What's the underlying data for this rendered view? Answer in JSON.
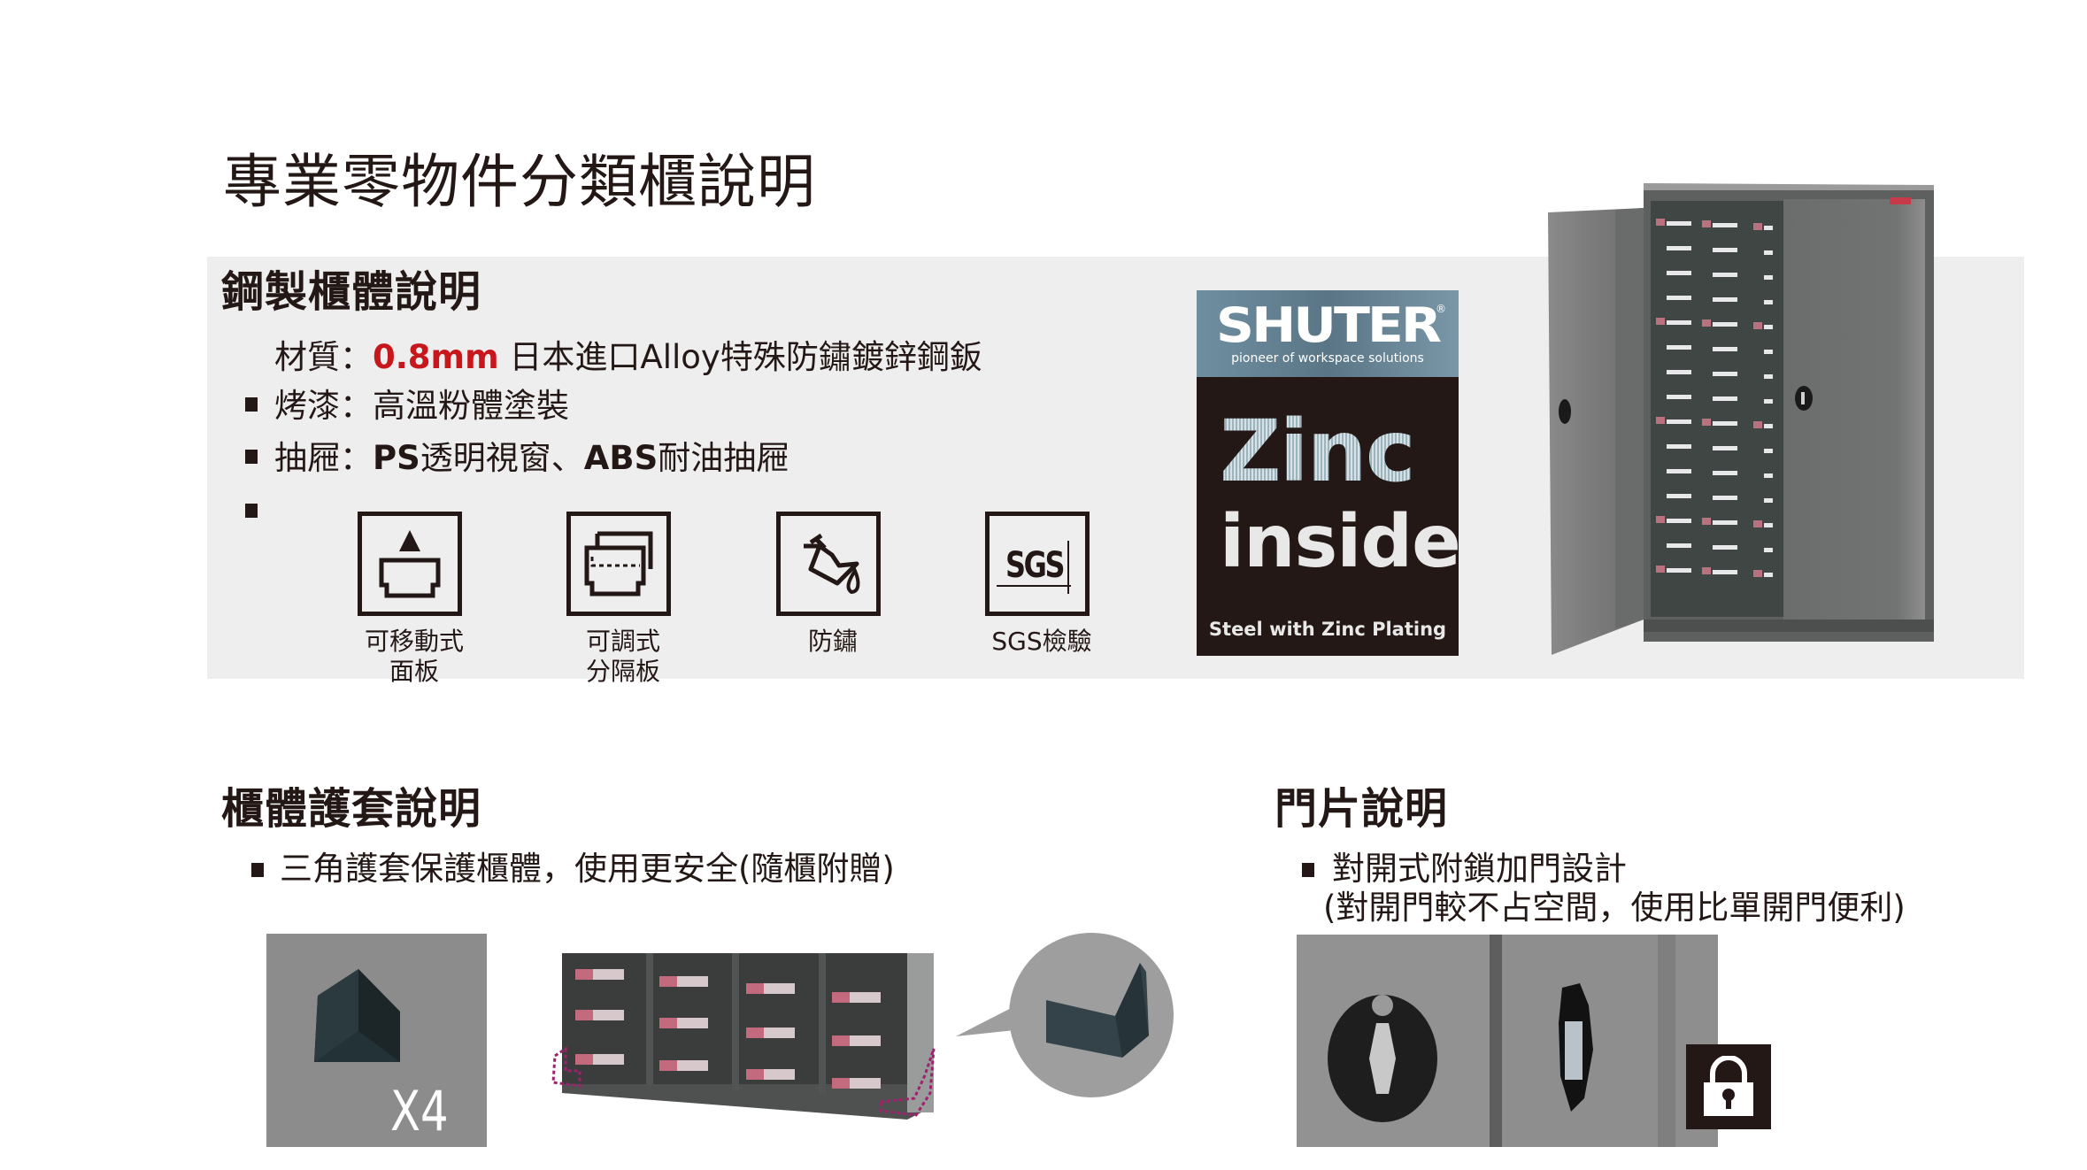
{
  "page": {
    "title": "專業零物件分類櫃說明"
  },
  "steel_section": {
    "heading": "鋼製櫃體說明",
    "material": {
      "label": "材質：",
      "highlight": "0.8mm",
      "text": " 日本進口Alloy特殊防鏽鍍鋅鋼鈑"
    },
    "paint": {
      "label": "烤漆：",
      "text": "高溫粉體塗裝"
    },
    "drawer": {
      "label": "抽屜：",
      "bold1": "PS",
      "text1": "透明視窗、",
      "bold2": "ABS",
      "text2": "耐油抽屜"
    },
    "features": [
      {
        "icon": "movable-panel-icon",
        "label_line1": "可移動式",
        "label_line2": "面板"
      },
      {
        "icon": "adjustable-divider-icon",
        "label_line1": "可調式",
        "label_line2": "分隔板"
      },
      {
        "icon": "rustproof-icon",
        "label_line1": "防鏽",
        "label_line2": ""
      },
      {
        "icon": "sgs-icon",
        "label_line1": "SGS檢驗",
        "label_line2": "",
        "glyph": "SGS"
      }
    ]
  },
  "zinc_logo": {
    "brand": "SHUTER",
    "registered": "®",
    "tagline": "pioneer of workspace solutions",
    "line1": "Zinc",
    "line2": "inside",
    "footer": "Steel with Zinc Plating"
  },
  "protector_section": {
    "heading": "櫃體護套說明",
    "bullet": "三角護套保護櫃體，使用更安全(隨櫃附贈)",
    "quantity_label": "X4"
  },
  "door_section": {
    "heading": "門片說明",
    "bullet_line1": "對開式附鎖加門設計",
    "bullet_line2": "(對開門較不占空間，使用比單開門便利)"
  },
  "colors": {
    "text": "#231815",
    "accent_red": "#c8161d",
    "band_gray": "#eeeeee",
    "logo_blue": "#6f8fa1",
    "dashed_highlight": "#a0206e"
  }
}
